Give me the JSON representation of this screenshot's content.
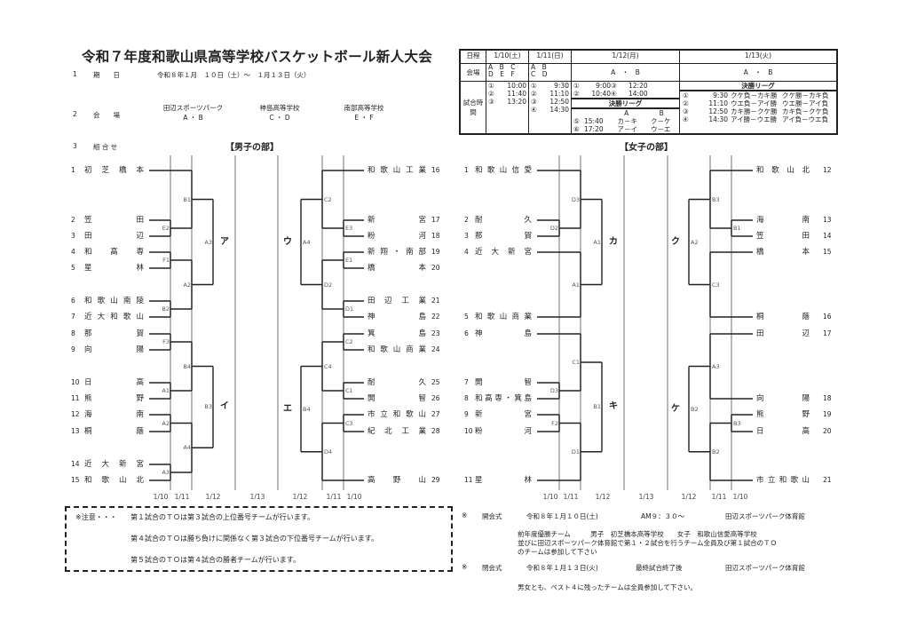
{
  "title": "令和７年度和歌山県高等学校バスケットボール新人大会",
  "info": {
    "period": {
      "num": "1",
      "label": "期　　日",
      "value": "令和８年１月　１０日（土）～　１月１３日（火）"
    },
    "venue": {
      "num": "2",
      "label": "会　　場",
      "places": [
        {
          "name": "田辺スポーツパーク",
          "courts": "A ・ B"
        },
        {
          "name": "神島高等学校",
          "courts": "C ・ D"
        },
        {
          "name": "南部高等学校",
          "courts": "E ・ F"
        }
      ]
    },
    "draw": {
      "num": "3",
      "label": "組 合 せ"
    }
  },
  "schedule": {
    "date_label": "日程",
    "venue_label": "会場",
    "time_label": "試合時間",
    "dates": [
      "1/10(土)",
      "1/11(日)",
      "1/12(月)",
      "1/13(火)"
    ],
    "venues_d1": [
      "A　B　C",
      "D　E　F"
    ],
    "venues_d2": [
      "A　B",
      "C　D"
    ],
    "venues_d3": "A　・　B",
    "venues_d4": "A　・　B",
    "times_d1": [
      [
        "①",
        "10:00"
      ],
      [
        "②",
        "11:40"
      ],
      [
        "③",
        "13:20"
      ]
    ],
    "times_d2": [
      [
        "①",
        "9:30"
      ],
      [
        "②",
        "11:10"
      ],
      [
        "③",
        "12:50"
      ],
      [
        "④",
        "14:30"
      ]
    ],
    "times_d3": [
      [
        "①",
        "9:00",
        "③",
        "12:20"
      ],
      [
        "②",
        "10:40",
        "④",
        "14:00"
      ]
    ],
    "league_title": "決勝リーグ",
    "league_d3_cols": [
      "A",
      "B"
    ],
    "league_d3": [
      [
        "⑤",
        "15:40",
        "カ－キ",
        "ク－ケ"
      ],
      [
        "⑥",
        "17:20",
        "ア－イ",
        "ウ－エ"
      ]
    ],
    "league_d4": [
      [
        "①",
        "9:30",
        "クケ負－カキ勝",
        "クケ勝－カキ負"
      ],
      [
        "②",
        "11:10",
        "ウエ負－アイ勝",
        "ウエ勝－アイ負"
      ],
      [
        "③",
        "12:50",
        "カキ勝－クケ勝",
        "カキ負－クケ負"
      ],
      [
        "④",
        "14:30",
        "アイ勝－ウエ勝",
        "アイ負－ウエ負"
      ]
    ]
  },
  "date_axis": [
    "1/10",
    "1/11",
    "1/12",
    "1/13",
    "1/12",
    "1/11",
    "1/10"
  ],
  "boys": {
    "title": "【男子の部】",
    "teams": [
      {
        "no": "1",
        "name": "初芝橋本"
      },
      {
        "no": "2",
        "name": "笠田"
      },
      {
        "no": "3",
        "name": "田辺"
      },
      {
        "no": "4",
        "name": "和高専"
      },
      {
        "no": "5",
        "name": "星林"
      },
      {
        "no": "6",
        "name": "和歌山南陵"
      },
      {
        "no": "7",
        "name": "近大和歌山"
      },
      {
        "no": "8",
        "name": "那賀"
      },
      {
        "no": "9",
        "name": "向陽"
      },
      {
        "no": "10",
        "name": "日高"
      },
      {
        "no": "11",
        "name": "熊野"
      },
      {
        "no": "12",
        "name": "海南"
      },
      {
        "no": "13",
        "name": "桐蔭"
      },
      {
        "no": "14",
        "name": "近大新宮"
      },
      {
        "no": "15",
        "name": "和歌山北"
      },
      {
        "no": "16",
        "name": "和歌山工業"
      },
      {
        "no": "17",
        "name": "新宮"
      },
      {
        "no": "18",
        "name": "粉河"
      },
      {
        "no": "19",
        "name": "新翔・南部"
      },
      {
        "no": "20",
        "name": "橋本"
      },
      {
        "no": "21",
        "name": "田辺工業"
      },
      {
        "no": "22",
        "name": "神島"
      },
      {
        "no": "23",
        "name": "箕島"
      },
      {
        "no": "24",
        "name": "和歌山商業"
      },
      {
        "no": "25",
        "name": "耐久"
      },
      {
        "no": "26",
        "name": "開智"
      },
      {
        "no": "27",
        "name": "市立和歌山"
      },
      {
        "no": "28",
        "name": "紀北工業"
      },
      {
        "no": "29",
        "name": "高野山"
      }
    ],
    "quadrants": [
      {
        "side": "left",
        "winner": "ア",
        "tree": {
          "code": "A3",
          "date": "1/12",
          "a": {
            "code": "B1",
            "date": "1/11",
            "a": {
              "team": 1
            },
            "b": {
              "code": "E2",
              "date": "1/10",
              "a": {
                "team": 2
              },
              "b": {
                "team": 3
              }
            }
          },
          "b": {
            "code": "A2",
            "date": "1/11",
            "a": {
              "code": "F1",
              "date": "1/10",
              "a": {
                "team": 4
              },
              "b": {
                "team": 5
              }
            },
            "b": {
              "code": "B2",
              "date": "1/10",
              "a": {
                "team": 6
              },
              "b": {
                "team": 7
              }
            }
          }
        }
      },
      {
        "side": "left",
        "winner": "イ",
        "tree": {
          "code": "B3",
          "date": "1/12",
          "a": {
            "code": "B4",
            "date": "1/11",
            "a": {
              "code": "F3",
              "date": "1/10",
              "a": {
                "team": 8
              },
              "b": {
                "team": 9
              }
            },
            "b": {
              "code": "A1",
              "date": "1/10",
              "a": {
                "team": 10
              },
              "b": {
                "team": 11
              }
            }
          },
          "b": {
            "code": "A4",
            "date": "1/11",
            "a": {
              "code": "A2",
              "date": "1/10",
              "a": {
                "team": 12
              },
              "b": {
                "team": 13
              }
            },
            "b": {
              "code": "A3",
              "date": "1/10",
              "a": {
                "team": 14
              },
              "b": {
                "team": 15
              }
            }
          }
        }
      },
      {
        "side": "right",
        "winner": "ウ",
        "tree": {
          "code": "A4",
          "date": "1/12",
          "a": {
            "code": "C2",
            "date": "1/11",
            "a": {
              "team": 16
            },
            "b": {
              "code": "E3",
              "date": "1/10",
              "a": {
                "team": 17
              },
              "b": {
                "team": 18
              }
            }
          },
          "b": {
            "code": "D2",
            "date": "1/11",
            "a": {
              "code": "E1",
              "date": "1/10",
              "a": {
                "team": 19
              },
              "b": {
                "team": 20
              }
            },
            "b": {
              "code": "D1",
              "date": "1/10",
              "a": {
                "team": 21
              },
              "b": {
                "team": 22
              }
            }
          }
        }
      },
      {
        "side": "right",
        "winner": "エ",
        "tree": {
          "code": "B4",
          "date": "1/12",
          "a": {
            "code": "C4",
            "date": "1/11",
            "a": {
              "code": "C2",
              "date": "1/10",
              "a": {
                "team": 23
              },
              "b": {
                "team": 24
              }
            },
            "b": {
              "code": "C1",
              "date": "1/10",
              "a": {
                "team": 25
              },
              "b": {
                "team": 26
              }
            }
          },
          "b": {
            "code": "D4",
            "date": "1/11",
            "a": {
              "code": "C3",
              "date": "1/10",
              "a": {
                "team": 27
              },
              "b": {
                "team": 28
              }
            },
            "b": {
              "team": 29
            }
          }
        }
      }
    ]
  },
  "girls": {
    "title": "【女子の部】",
    "teams": [
      {
        "no": "1",
        "name": "和歌山信愛"
      },
      {
        "no": "2",
        "name": "耐久"
      },
      {
        "no": "3",
        "name": "那賀"
      },
      {
        "no": "4",
        "name": "近大新宮"
      },
      {
        "no": "5",
        "name": "和歌山商業"
      },
      {
        "no": "6",
        "name": "神島"
      },
      {
        "no": "7",
        "name": "開智"
      },
      {
        "no": "8",
        "name": "和高専・箕島"
      },
      {
        "no": "9",
        "name": "新宮"
      },
      {
        "no": "10",
        "name": "粉河"
      },
      {
        "no": "11",
        "name": "星林"
      },
      {
        "no": "12",
        "name": "和歌山北"
      },
      {
        "no": "13",
        "name": "海南"
      },
      {
        "no": "14",
        "name": "笠田"
      },
      {
        "no": "15",
        "name": "橋本"
      },
      {
        "no": "16",
        "name": "桐蔭"
      },
      {
        "no": "17",
        "name": "田辺"
      },
      {
        "no": "18",
        "name": "向陽"
      },
      {
        "no": "19",
        "name": "熊野"
      },
      {
        "no": "20",
        "name": "日高"
      },
      {
        "no": "21",
        "name": "市立和歌山"
      }
    ],
    "quadrants": [
      {
        "side": "left",
        "winner": "カ",
        "tree": {
          "code": "A1",
          "date": "1/12",
          "a": {
            "code": "D3",
            "date": "1/11",
            "a": {
              "team": 1
            },
            "b": {
              "code": "D2",
              "date": "1/10",
              "a": {
                "team": 2
              },
              "b": {
                "team": 3
              }
            }
          },
          "b": {
            "code": "A1",
            "date": "1/11",
            "a": {
              "team": 4
            },
            "b": {
              "team": 5
            }
          }
        }
      },
      {
        "side": "left",
        "winner": "キ",
        "tree": {
          "code": "B1",
          "date": "1/12",
          "a": {
            "code": "C1",
            "date": "1/11",
            "a": {
              "team": 6
            },
            "b": {
              "code": "D3",
              "date": "1/10",
              "a": {
                "team": 7
              },
              "b": {
                "team": 8
              }
            }
          },
          "b": {
            "code": "D1",
            "date": "1/11",
            "a": {
              "code": "F2",
              "date": "1/10",
              "a": {
                "team": 9
              },
              "b": {
                "team": 10
              }
            },
            "b": {
              "team": 11
            }
          }
        }
      },
      {
        "side": "right",
        "winner": "ク",
        "tree": {
          "code": "A2",
          "date": "1/12",
          "a": {
            "code": "B3",
            "date": "1/11",
            "a": {
              "team": 12
            },
            "b": {
              "code": "B1",
              "date": "1/10",
              "a": {
                "team": 13
              },
              "b": {
                "team": 14
              }
            }
          },
          "b": {
            "code": "C3",
            "date": "1/11",
            "a": {
              "team": 15
            },
            "b": {
              "team": 16
            }
          }
        }
      },
      {
        "side": "right",
        "winner": "ケ",
        "tree": {
          "code": "B2",
          "date": "1/12",
          "a": {
            "code": "A3",
            "date": "1/11",
            "a": {
              "team": 17
            },
            "b": {
              "team": 18
            }
          },
          "b": {
            "code": "B2",
            "date": "1/11",
            "a": {
              "code": "B3",
              "date": "1/10",
              "a": {
                "team": 19
              },
              "b": {
                "team": 20
              }
            },
            "b": {
              "team": 21
            }
          }
        }
      }
    ]
  },
  "notes": {
    "prefix": "※注意・・・",
    "lines": [
      "第１試合のＴＯは第３試合の上位番号チームが行います。",
      "第４試合のＴＯは勝ち負けに関係なく第３試合の下位番号チームが行います。",
      "第５試合のＴＯは第４試合の勝者チームが行います。"
    ]
  },
  "ceremonies": {
    "opening": {
      "mark": "※",
      "label": "開会式",
      "date": "令和８年１月１０日(土)",
      "time": "AM９：３０～",
      "place": "田辺スポーツパーク体育館",
      "lines": [
        "前年度優勝チーム　　　男子　初芝橋本高等学校　　女子　和歌山信愛高等学校",
        "並びに田辺スポーツパーク体育館で第１・２試合を行うチーム全員及び第１試合のＴＯ",
        "のチームは参加して下さい"
      ]
    },
    "closing": {
      "mark": "※",
      "label": "閉会式",
      "date": "令和８年１月１３日(火)",
      "time": "最終試合終了後",
      "place": "田辺スポーツパーク体育館",
      "lines": [
        "男女とも、ベスト４に残ったチームは全員参加して下さい。"
      ]
    }
  }
}
